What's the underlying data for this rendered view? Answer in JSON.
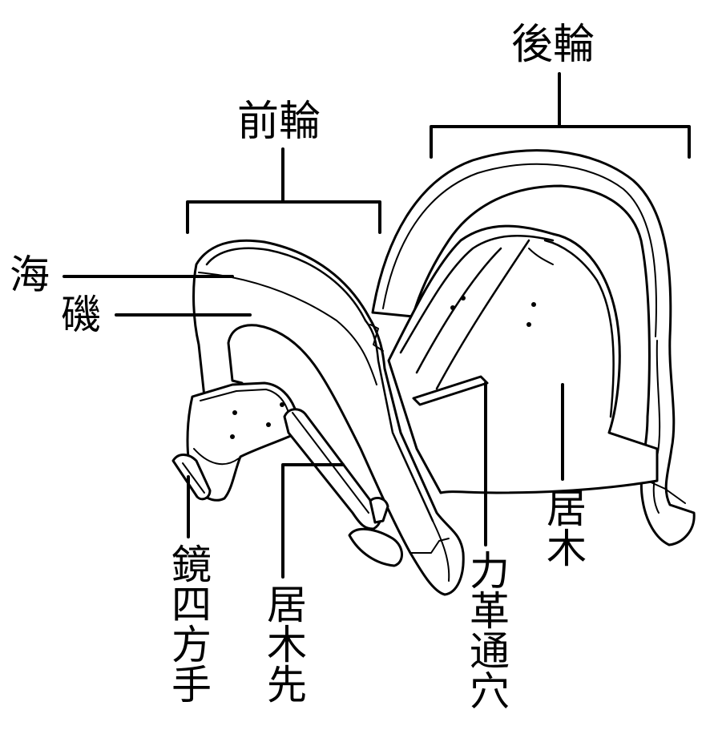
{
  "labels": {
    "rear_arch": "後輪",
    "front_arch": "前輪",
    "umi": "海",
    "iso": "磯",
    "kyo_shiho_te": "鏡四方手",
    "igi_saki": "居木先",
    "chikarakawa_toshi_ana": "力革通穴",
    "igi": "居木"
  },
  "colors": {
    "ink": "#000000",
    "paper": "#ffffff"
  }
}
